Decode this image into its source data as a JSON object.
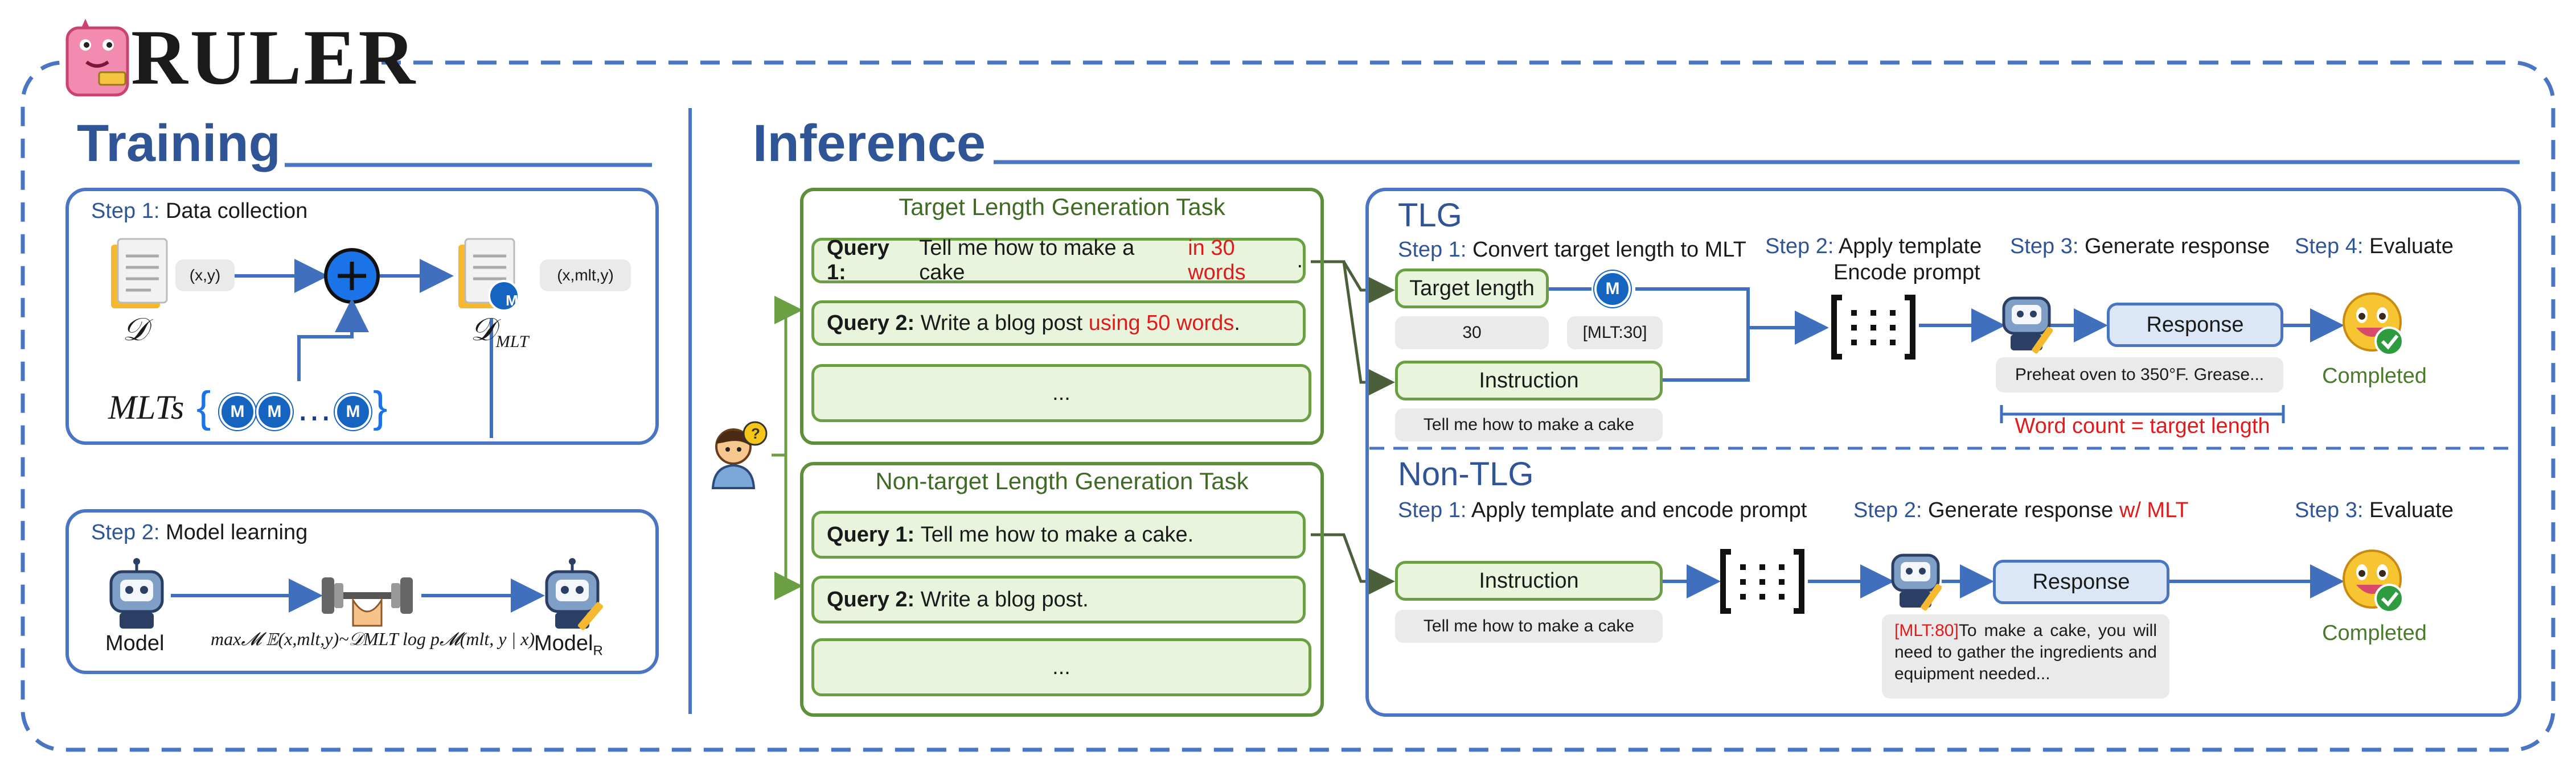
{
  "logo": {
    "text": "RULER"
  },
  "training": {
    "title": "Training",
    "step1": {
      "prefix": "Step 1:",
      "label": "Data collection"
    },
    "doc_label": "𝒟",
    "doc_mlt_label": "𝒟",
    "doc_mlt_sub": "MLT",
    "xy_tag": "(x,y)",
    "xmlty_tag": "(x,mlt,y)",
    "mlts_label": "MLTs",
    "mlt_badge": "M",
    "ellipsis": "…",
    "step2": {
      "prefix": "Step 2:",
      "label": "Model learning"
    },
    "model_label": "Model",
    "model_r_label": "Model",
    "model_r_sub": "R",
    "objective": "max𝓜 𝔼(x,mlt,y)~𝒟MLT log p𝓜(mlt, y | x)"
  },
  "inference": {
    "title": "Inference",
    "tlg_task": {
      "title": "Target Length Generation Task",
      "q1_prefix": "Query 1:",
      "q1_text": "Tell me how to make a cake ",
      "q1_red": "in 30 words",
      "q1_end": ".",
      "q2_prefix": "Query 2:",
      "q2_text": "Write a blog post ",
      "q2_red": "using 50 words",
      "q2_end": ".",
      "more": "..."
    },
    "ntlg_task": {
      "title": "Non-target Length Generation Task",
      "q1_prefix": "Query 1:",
      "q1_text": "Tell me how to make a cake.",
      "q2_prefix": "Query 2:",
      "q2_text": "Write a blog post.",
      "more": "..."
    },
    "tlg": {
      "title": "TLG",
      "step1": {
        "prefix": "Step 1:",
        "label": "Convert target length to MLT"
      },
      "target_length": "Target length",
      "target_value": "30",
      "mlt_token": "[MLT:30]",
      "instruction": "Instruction",
      "instruction_text": "Tell me how to make a cake",
      "step2": {
        "prefix": "Step 2:",
        "label": "Apply template",
        "label2": "Encode prompt"
      },
      "step3": {
        "prefix": "Step 3:",
        "label": "Generate response"
      },
      "response": "Response",
      "response_text": "Preheat oven to 350°F. Grease...",
      "word_count": "Word count = target length",
      "step4": {
        "prefix": "Step 4:",
        "label": "Evaluate"
      },
      "completed": "Completed"
    },
    "ntlg": {
      "title": "Non-TLG",
      "step1": {
        "prefix": "Step 1:",
        "label": "Apply template and encode prompt"
      },
      "instruction": "Instruction",
      "instruction_text": "Tell me how to make a cake",
      "step2": {
        "prefix": "Step 2:",
        "label": "Generate response ",
        "red": "w/ MLT"
      },
      "response": "Response",
      "response_mlt": "[MLT:80]",
      "response_text": "To make a cake, you will need to gather the ingredients and equipment needed...",
      "step3": {
        "prefix": "Step 3:",
        "label": "Evaluate"
      },
      "completed": "Completed"
    }
  },
  "colors": {
    "accent_blue": "#2f5597",
    "border_blue": "#4a75c2",
    "green": "#6a9f43",
    "red": "#e11b1b",
    "mlt_blue": "#1565c0"
  },
  "icons": [
    "document-icon",
    "plus-circle-icon",
    "robot-icon",
    "robot-pencil-icon",
    "dumbbell-icon",
    "user-question-icon",
    "bracket-template-icon",
    "smiley-check-icon"
  ]
}
